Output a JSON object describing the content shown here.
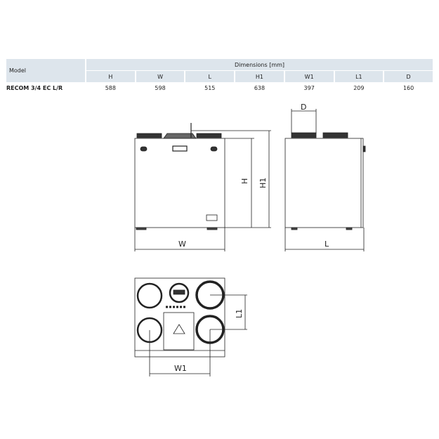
{
  "table": {
    "model_header": "Model",
    "group_header": "Dimensions [mm]",
    "columns": [
      "H",
      "W",
      "L",
      "H1",
      "W1",
      "L1",
      "D"
    ],
    "rows": [
      {
        "model": "RECOM 3/4 EC L/R",
        "values": [
          "588",
          "598",
          "515",
          "638",
          "397",
          "209",
          "160"
        ]
      }
    ]
  },
  "drawing_labels": {
    "W": "W",
    "H": "H",
    "H1": "H1",
    "L": "L",
    "D": "D",
    "W1": "W1",
    "L1": "L1"
  }
}
